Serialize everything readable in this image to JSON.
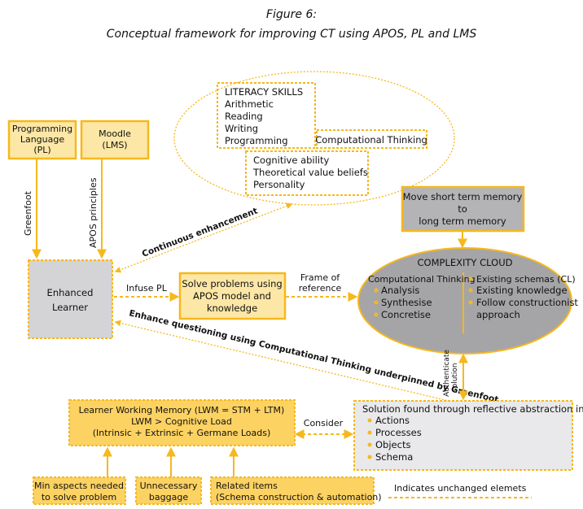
{
  "figure": {
    "number": "Figure 6:",
    "caption": "Conceptual framework for improving CT using APOS, PL and LMS"
  },
  "nodes": {
    "programming_language": {
      "lines": [
        "Programming",
        "Language",
        "(PL)"
      ]
    },
    "moodle": {
      "lines": [
        "Moodle",
        "(LMS)"
      ]
    },
    "literacy_skills": {
      "lines": [
        "LITERACY SKILLS",
        "Arithmetic",
        "Reading",
        "Writing",
        "Programming"
      ]
    },
    "computational_thinking_box": {
      "label": "Computational Thinking"
    },
    "cognitive": {
      "lines": [
        "Cognitive ability",
        "Theoretical value beliefs",
        "Personality"
      ]
    },
    "move_memory": {
      "lines": [
        "Move short term memory",
        "to",
        "long term memory"
      ]
    },
    "enhanced_learner": {
      "lines": [
        "Enhanced",
        "Learner"
      ]
    },
    "solve_problems": {
      "lines": [
        "Solve problems using",
        "APOS model and",
        "knowledge"
      ]
    },
    "complexity_cloud": {
      "title": "COMPLEXITY CLOUD",
      "left_heading": "Computational Thinking",
      "left_items": [
        "Analysis",
        "Synthesise",
        "Concretise"
      ],
      "right_items": [
        "Existing schemas (CL)",
        "Existing knowledge",
        "Follow constructionist",
        "approach"
      ]
    },
    "solution_found": {
      "heading": "Solution found through reflective abstraction in",
      "items": [
        "Actions",
        "Processes",
        "Objects",
        "Schema"
      ]
    },
    "working_memory": {
      "lines": [
        "Learner Working Memory (LWM = STM + LTM)",
        "LWM > Cognitive Load",
        "(Intrinsic + Extrinsic + Germane Loads)"
      ]
    },
    "min_aspects": {
      "lines": [
        "Min aspects needed",
        "to solve problem"
      ]
    },
    "unnecessary_baggage": {
      "lines": [
        "Unnecessary",
        "baggage"
      ]
    },
    "related_items": {
      "lines": [
        "Related items",
        "(Schema construction & automation)"
      ]
    }
  },
  "edges": {
    "greenfoot": "Greenfoot",
    "apos_principles": "APOS principles",
    "continuous_enhancement": "Continuous enhancement",
    "infuse_pl": "Infuse PL",
    "frame_of_reference": [
      "Frame of",
      "reference"
    ],
    "enhance_questioning": "Enhance questioning using Computational Thinking underpinned by Greenfoot",
    "authenticate_solution": [
      "Authenticate",
      "solution"
    ],
    "consider": "Consider"
  },
  "legend": {
    "label": "Indicates unchanged elemets"
  },
  "colors": {
    "accent": "#f6b81c",
    "box_fill": "#fde7a6",
    "box_fill_strong": "#fcd262",
    "grey": "#b4b4b6",
    "light_grey": "#d4d4d6"
  }
}
